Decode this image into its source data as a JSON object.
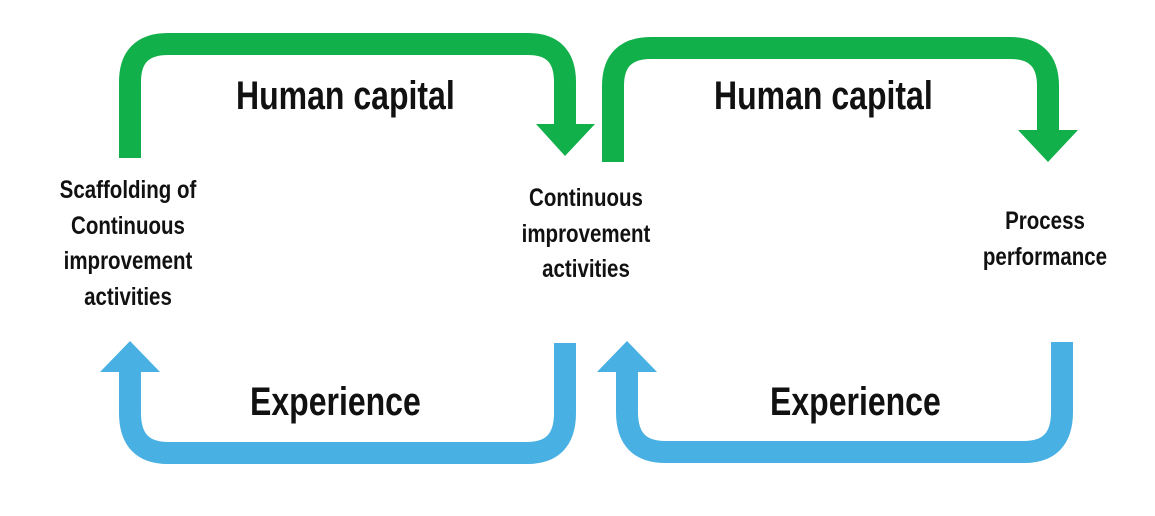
{
  "colors": {
    "human_capital_arrow": "#12b04b",
    "experience_arrow": "#48b0e2",
    "text": "#111111",
    "background": "#ffffff"
  },
  "nodes": {
    "scaffolding": {
      "lines": [
        "Scaffolding of",
        "Continuous",
        "improvement",
        "activities"
      ]
    },
    "ci_activities": {
      "lines": [
        "Continuous",
        "improvement",
        "activities"
      ]
    },
    "process_performance": {
      "lines": [
        "Process",
        "performance"
      ]
    }
  },
  "edges": {
    "human_capital_1": {
      "label": "Human capital",
      "from": "scaffolding",
      "to": "ci_activities"
    },
    "human_capital_2": {
      "label": "Human capital",
      "from": "ci_activities",
      "to": "process_performance"
    },
    "experience_1": {
      "label": "Experience",
      "from": "ci_activities",
      "to": "scaffolding"
    },
    "experience_2": {
      "label": "Experience",
      "from": "process_performance",
      "to": "ci_activities"
    }
  }
}
